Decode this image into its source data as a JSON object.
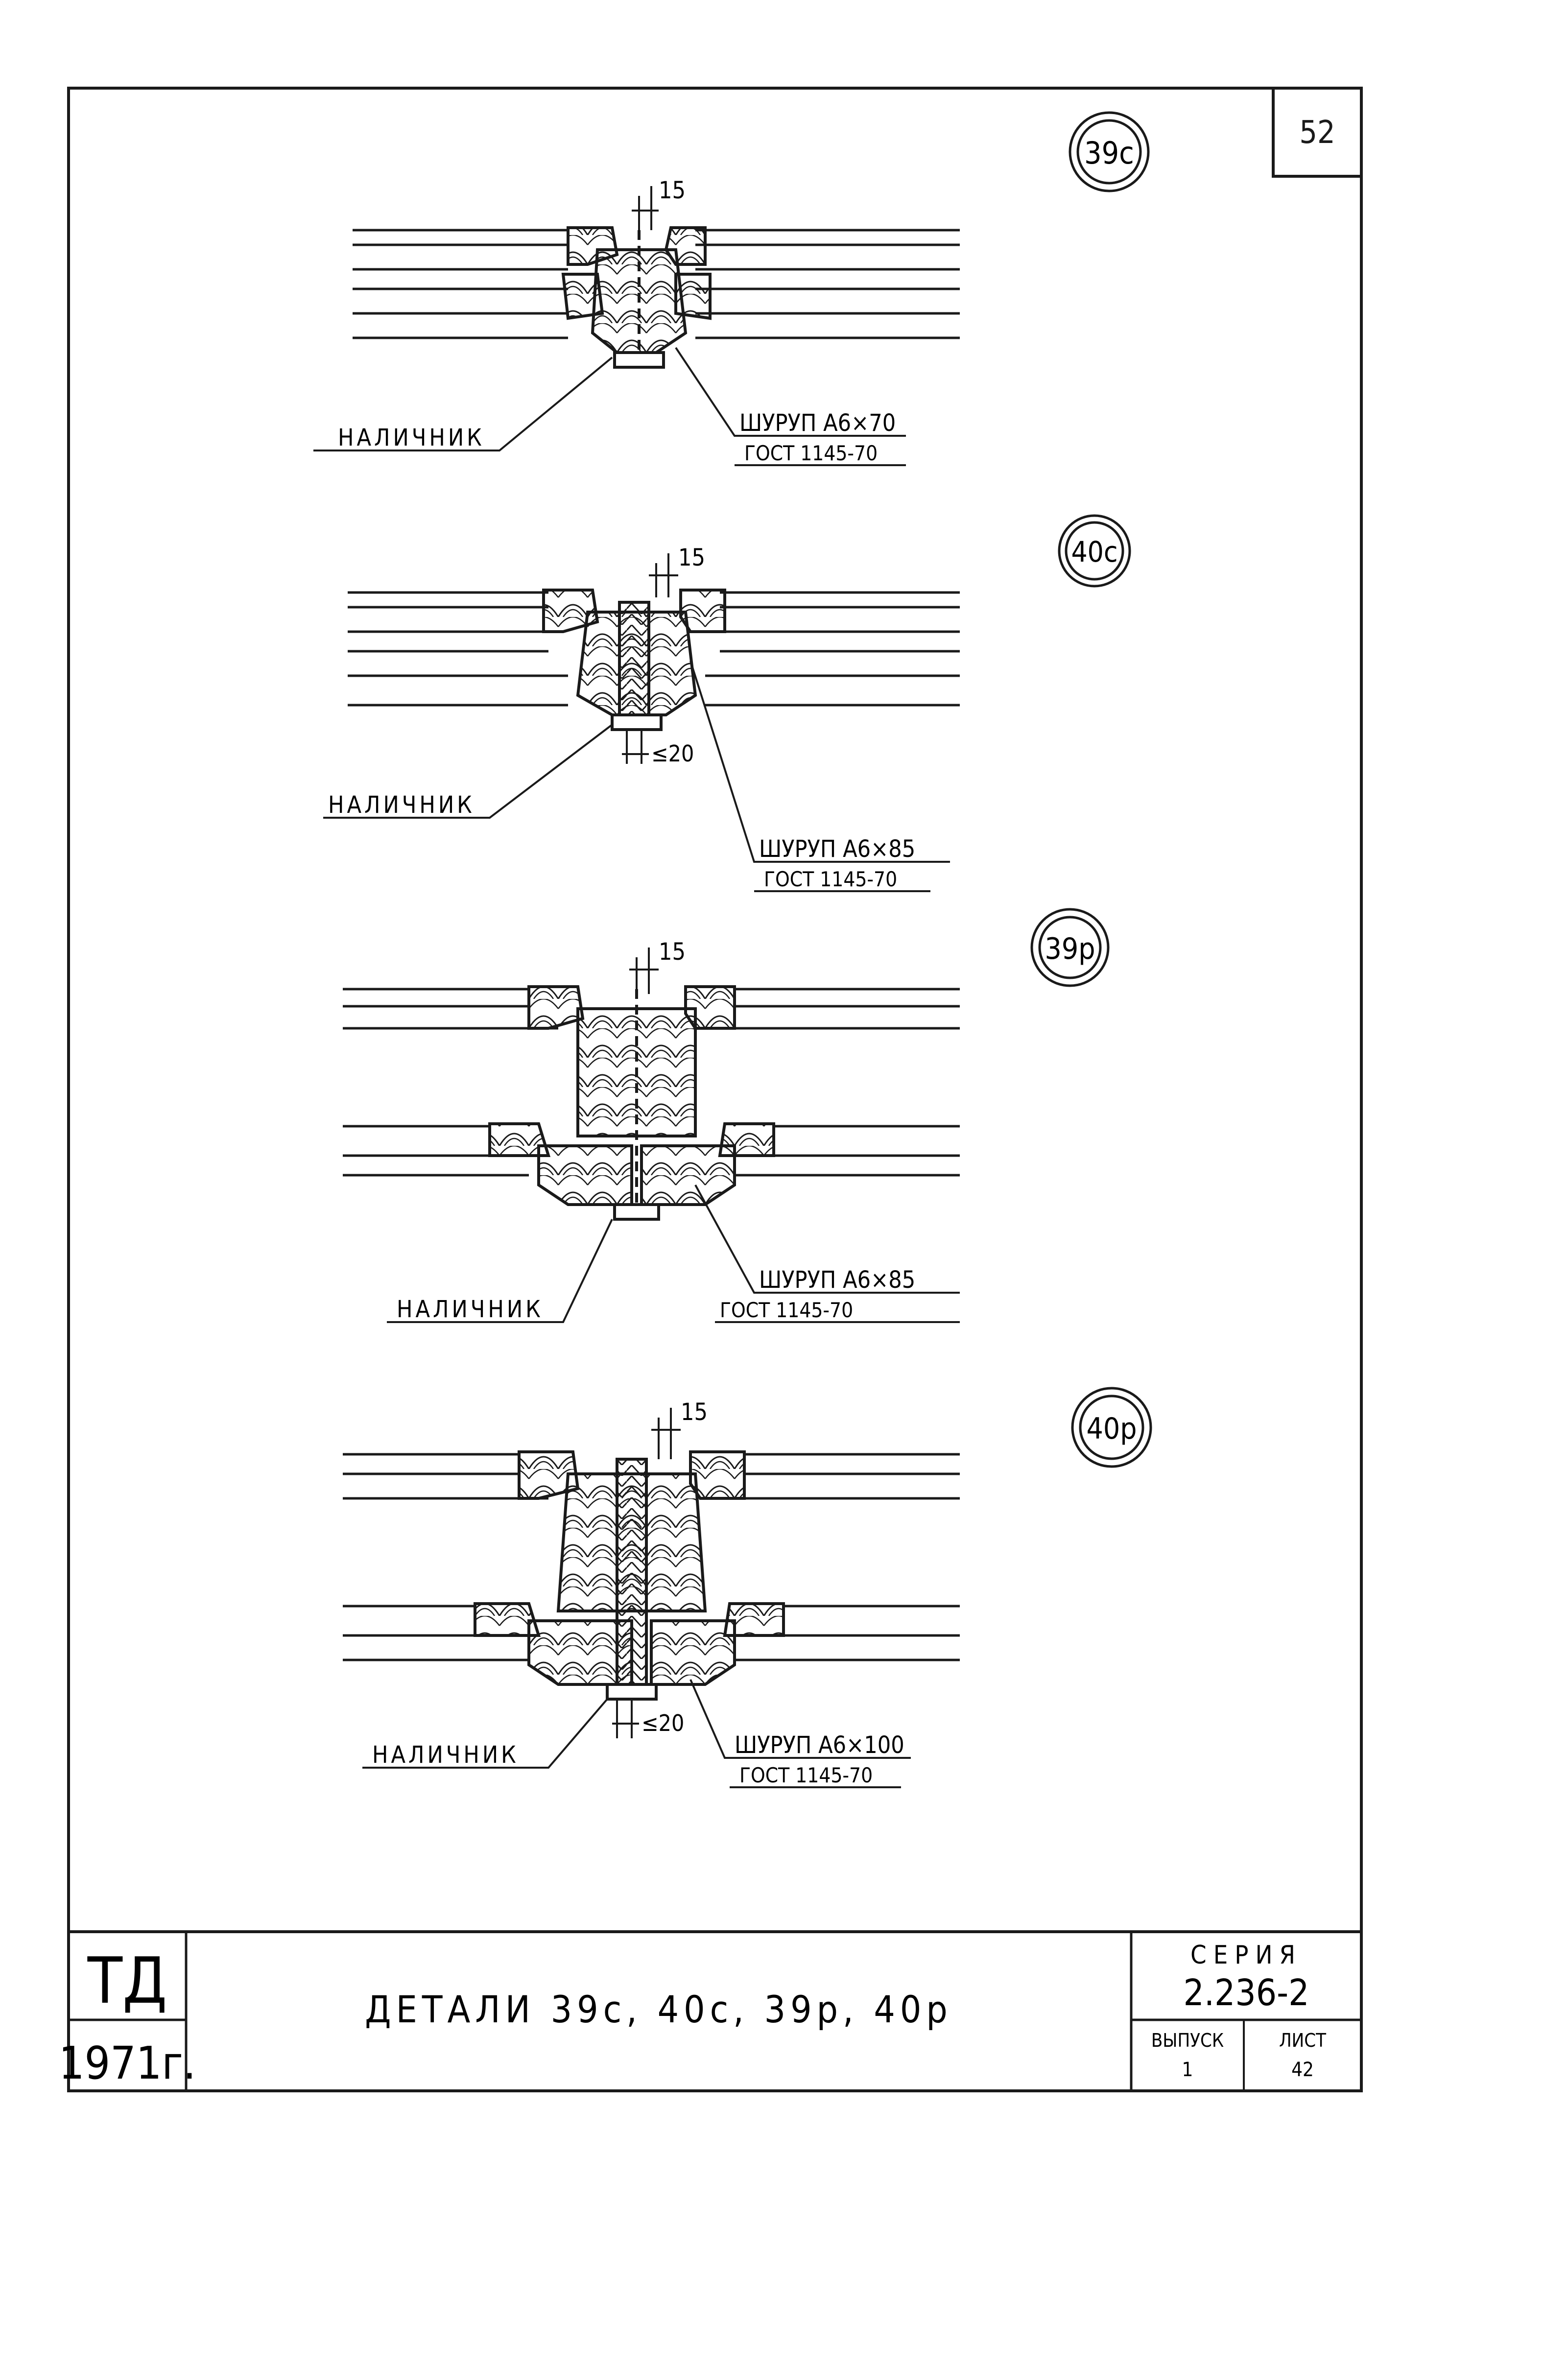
{
  "sheet": {
    "number": "52"
  },
  "details": [
    {
      "id": "39c",
      "dimension": "15",
      "casing_label": "НАЛИЧНИК",
      "screw_label": "ШУРУП А6×70",
      "standard": "ГОСТ 1145-70"
    },
    {
      "id": "40c",
      "dimension": "15",
      "lower_dimension": "≤20",
      "casing_label": "НАЛИЧНИК",
      "screw_label": "ШУРУП А6×85",
      "standard": "ГОСТ 1145-70"
    },
    {
      "id": "39р",
      "dimension": "15",
      "casing_label": "НАЛИЧНИК",
      "screw_label": "ШУРУП А6×85",
      "standard": "ГОСТ 1145-70"
    },
    {
      "id": "40р",
      "dimension": "15",
      "lower_dimension": "≤20",
      "casing_label": "НАЛИЧНИК",
      "screw_label": "ШУРУП А6×100",
      "standard": "ГОСТ 1145-70"
    }
  ],
  "title_block": {
    "org": "ТД",
    "year": "1971г.",
    "title": "ДЕТАЛИ 39с, 40с, 39р, 40р",
    "series_label": "СЕРИЯ",
    "series_value": "2.236-2",
    "issue_label": "ВЫПУСК",
    "issue_value": "1",
    "sheet_label": "ЛИСТ",
    "sheet_value": "42"
  },
  "colors": {
    "ink": "#1a1a1a",
    "paper": "#ffffff"
  }
}
